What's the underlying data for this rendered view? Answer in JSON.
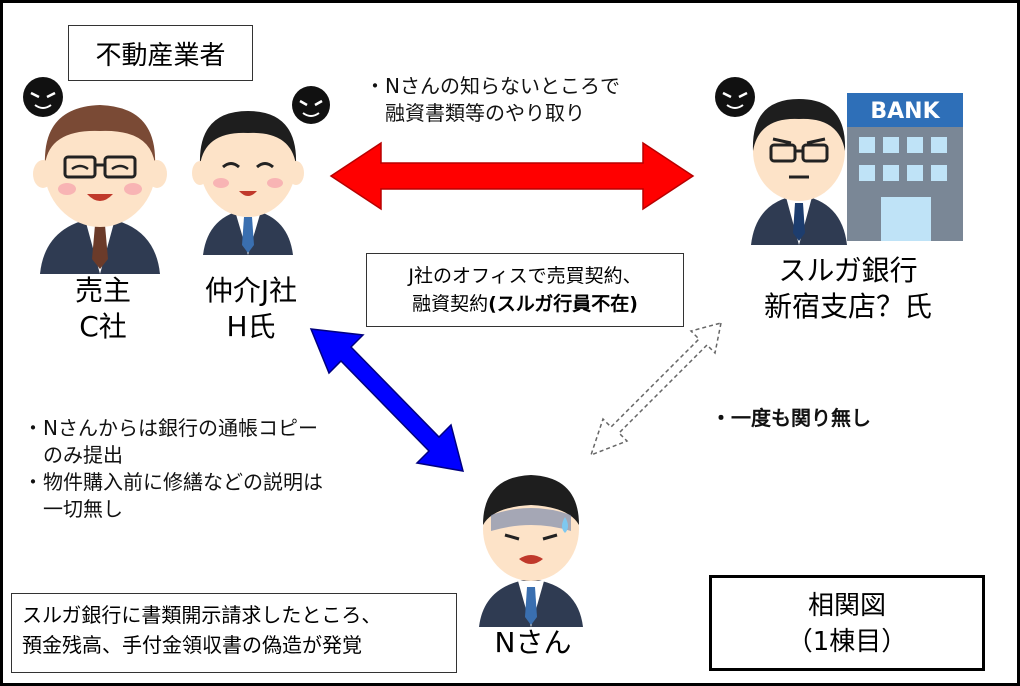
{
  "header": {
    "title": "不動産業者"
  },
  "parties": {
    "seller": {
      "line1": "売主",
      "line2": "C社"
    },
    "broker": {
      "line1": "仲介J社",
      "line2": "H氏"
    },
    "bank": {
      "line1": "スルガ銀行",
      "line2": "新宿支店？氏",
      "sign": "BANK"
    },
    "buyer": {
      "label": "Nさん"
    }
  },
  "notes": {
    "top_arrow": [
      "・Nさんの知らないところで",
      "　融資書類等のやり取り"
    ],
    "left_arrow": [
      "・Nさんからは銀行の通帳コピー",
      "　のみ提出",
      "・物件購入前に修繕などの説明は",
      "　一切無し"
    ],
    "right_arrow": "・一度も関り無し"
  },
  "contract": {
    "line1": "J社のオフィスで売買契約、",
    "line2_prefix": "融資契約",
    "line2_bold": "(スルガ行員不在)"
  },
  "discovery": {
    "line1": "スルガ銀行に書類開示請求したところ、",
    "line2": "預金残高、手付金領収書の偽造が発覚"
  },
  "correlation": {
    "line1": "相関図",
    "line2": "（1棟目）"
  },
  "colors": {
    "red_arrow": "#ff0000",
    "blue_arrow": "#0000ff",
    "skin": "#fde3c8",
    "suit": "#2f3b52",
    "hair": "#1e1e1e"
  },
  "icons": [
    "evil-face-icon",
    "person-icon",
    "bank-building-icon",
    "double-arrow-icon",
    "dashed-arrow-icon"
  ]
}
